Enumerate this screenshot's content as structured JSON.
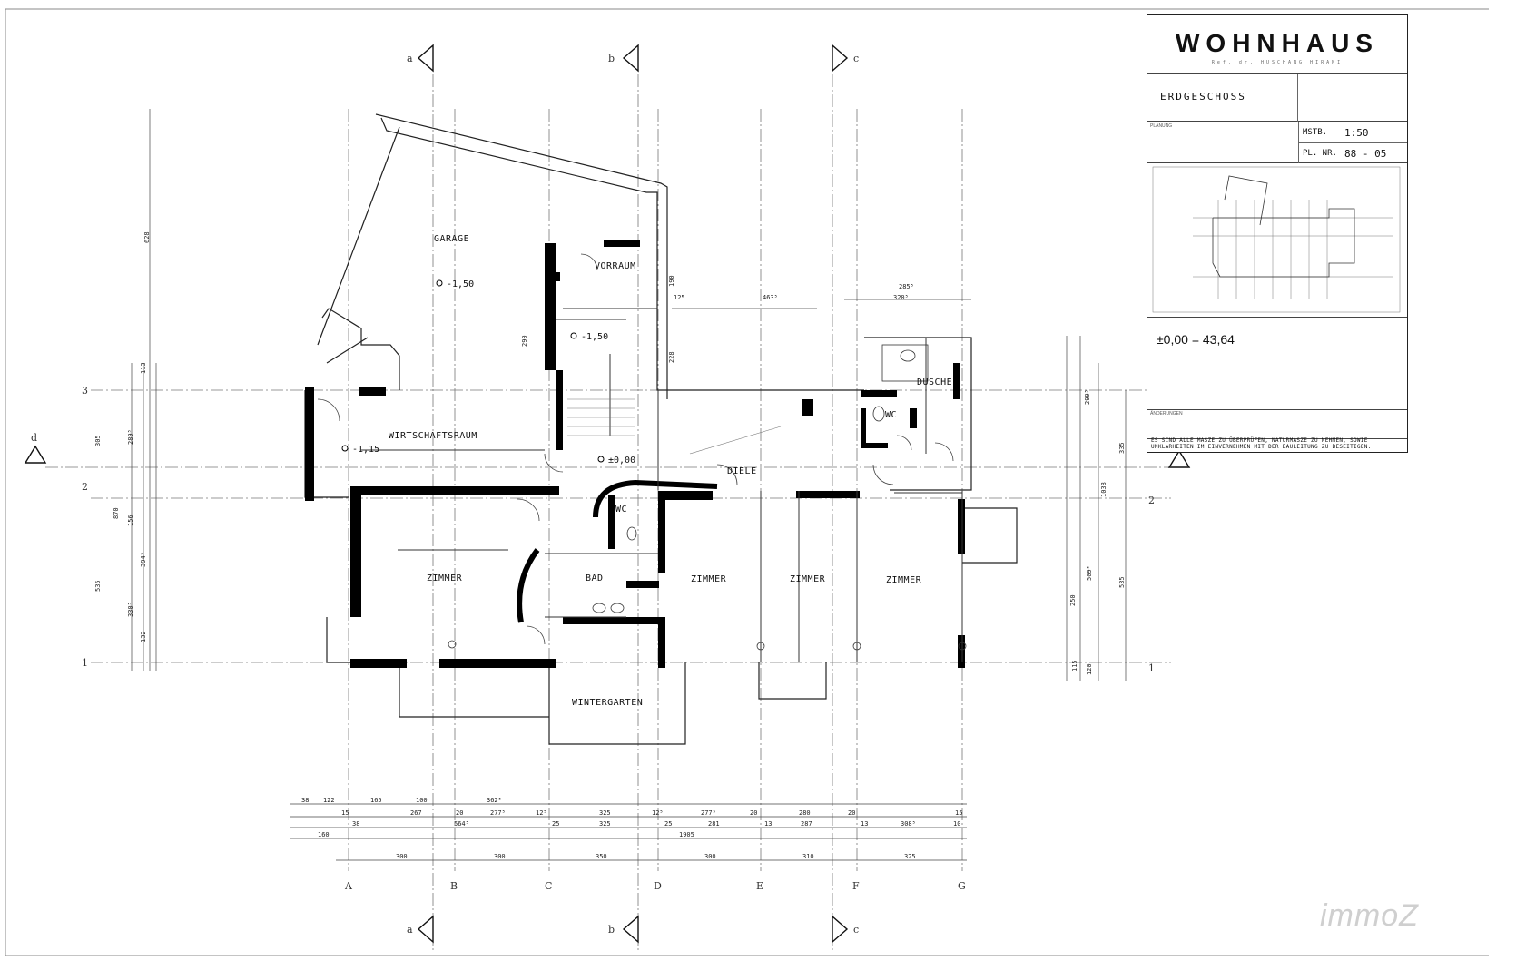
{
  "title_block": {
    "title": "WOHNHAUS",
    "subtitle": "Ref. dr. HUSCHANG HIRANI",
    "floor": "ERDGESCHOSS",
    "planung_label": "PLANUNG",
    "scale_label": "MSTB.",
    "scale_value": "1:50",
    "plan_label": "PL. NR.",
    "plan_value": "88 - 05",
    "elevation": "±0,00 = 43,64",
    "changes_label": "ÄNDERUNGEN",
    "note": "ES SIND ALLE MASZE ZU ÜBERPRÜFEN, NATURMASZE ZU NEHMEN, SOWIE UNKLARHEITEN IM EINVERNEHMEN MIT DER BAULEITUNG ZU BESEITIGEN."
  },
  "rooms": {
    "garage": "GARAGE",
    "vorraum": "VORRAUM",
    "dusche": "DUSCHE",
    "wc_upper": "WC",
    "wirtschaftsraum": "WIRTSCHAFTSRAUM",
    "diele": "DIELE",
    "wc_lower": "WC",
    "zimmer_1": "ZIMMER",
    "bad": "BAD",
    "zimmer_2": "ZIMMER",
    "zimmer_3": "ZIMMER",
    "zimmer_4": "ZIMMER",
    "wintergarten": "WINTERGARTEN"
  },
  "levels": {
    "garage": "-1,50",
    "vorraum": "-1,50",
    "wirtschaftsraum": "-1,15",
    "diele": "±0,00"
  },
  "axes": {
    "columns": [
      "A",
      "B",
      "C",
      "D",
      "E",
      "F",
      "G"
    ],
    "rows": [
      "3",
      "2",
      "1"
    ],
    "sections": [
      "a",
      "b",
      "c",
      "d"
    ]
  },
  "dimensions": {
    "bottom_row1": [
      "38",
      "122",
      "165",
      "100",
      "362⁵"
    ],
    "bottom_row2": [
      "15",
      "267",
      "20",
      "277⁵",
      "12⁵",
      "325",
      "12⁵",
      "277⁵",
      "20",
      "280",
      "20",
      "15"
    ],
    "bottom_row3": [
      "38",
      "564⁵",
      "25",
      "325",
      "25",
      "281",
      "13",
      "287",
      "13",
      "308⁵",
      "10"
    ],
    "bottom_total": "1905",
    "bottom_row4": [
      "160"
    ],
    "axis_spacing": [
      "300",
      "300",
      "350",
      "300",
      "310",
      "325"
    ],
    "left_vertical": [
      "628",
      "305",
      "870",
      "535",
      "289⁵",
      "156",
      "394⁵",
      "330⁵",
      "132",
      "113"
    ],
    "right_vertical": [
      "335",
      "1038",
      "535",
      "299⁵",
      "509⁵",
      "250",
      "115",
      "120"
    ],
    "top_misc": [
      "463⁵",
      "285⁵",
      "320⁵",
      "125",
      "228",
      "290",
      "190"
    ]
  },
  "watermark": "immoZ"
}
